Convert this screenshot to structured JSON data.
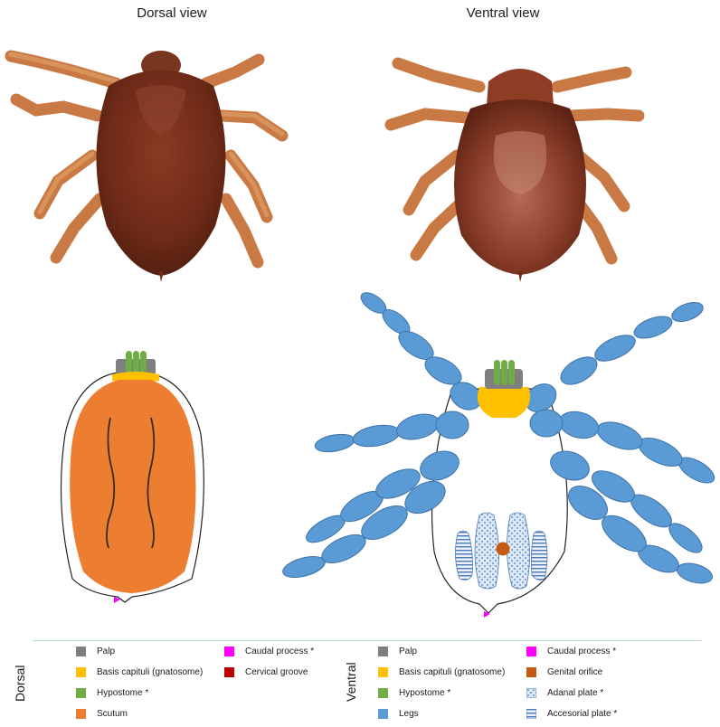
{
  "titles": {
    "dorsal": "Dorsal view",
    "ventral": "Ventral view"
  },
  "legend": {
    "dorsal_title": "Dorsal",
    "ventral_title": "Ventral",
    "dorsal_items": [
      {
        "label": "Palp",
        "color": "#7f7f7f"
      },
      {
        "label": "Basis capituli (gnatosome)",
        "color": "#ffc000"
      },
      {
        "label": "Hypostome *",
        "color": "#70ad47"
      },
      {
        "label": "Scutum",
        "color": "#ed7d31"
      },
      {
        "label": "Caudal process *",
        "color": "#ff00ff"
      },
      {
        "label": "Cervical groove",
        "color": "#c00000"
      }
    ],
    "ventral_items": [
      {
        "label": "Palp",
        "color": "#7f7f7f"
      },
      {
        "label": "Basis capituli (gnatosome)",
        "color": "#ffc000"
      },
      {
        "label": "Hypostome *",
        "color": "#70ad47"
      },
      {
        "label": "Legs",
        "color": "#5b9bd5"
      },
      {
        "label": "Caudal process *",
        "color": "#ff00ff"
      },
      {
        "label": "Genital orifice",
        "color": "#c55a11"
      },
      {
        "label": "Adanal plate *",
        "color": "dotted-blue"
      },
      {
        "label": "Accesorial plate *",
        "color": "striped-blue"
      }
    ]
  }
}
